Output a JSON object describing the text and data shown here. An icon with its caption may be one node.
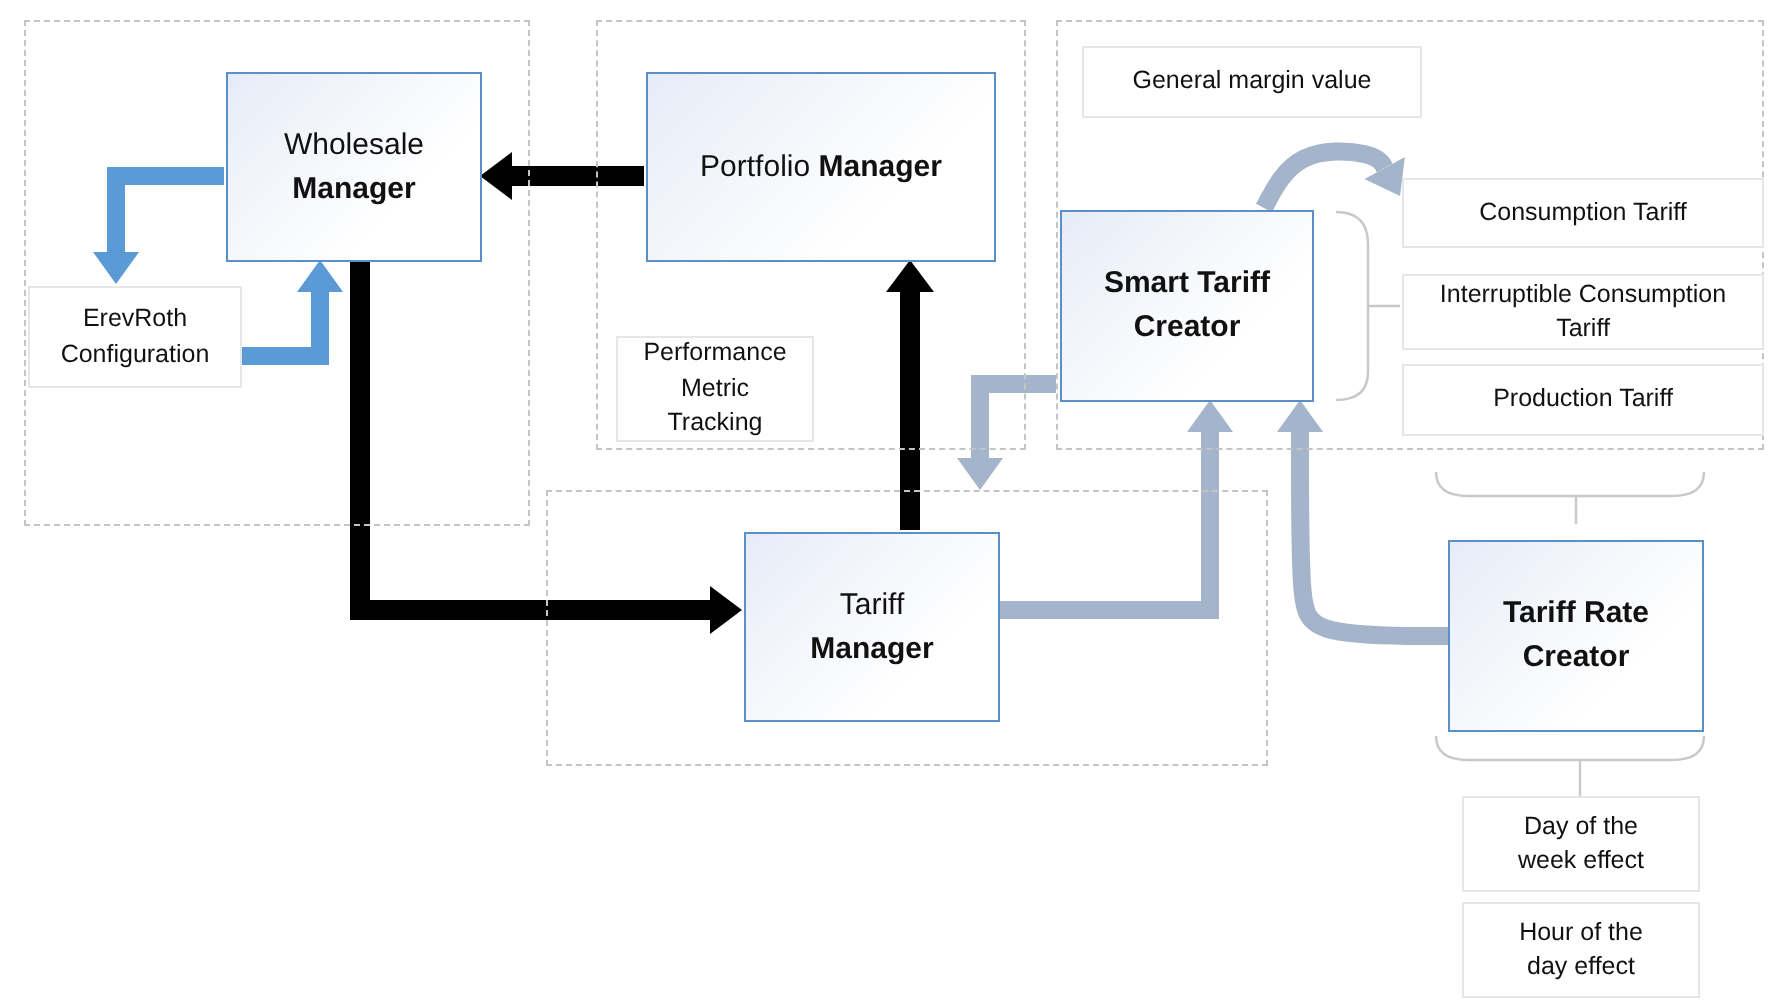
{
  "diagram": {
    "nodes": [
      {
        "text": [],
        "shape": "box"
      },
      {
        "text": [
          "Wholesale **Manager**"
        ],
        "in": 0
      },
      {
        "text": [
          "ErevRoth Configuration"
        ],
        "in": 0
      },
      {
        "text": [],
        "shape": "box"
      },
      {
        "text": [
          "Portfolio **Manager**"
        ],
        "in": 3
      },
      {
        "text": [
          "Performance Metric Tracking"
        ],
        "in": 3
      },
      {
        "text": [],
        "shape": "box"
      },
      {
        "text": [
          "General margin value"
        ],
        "in": 6
      },
      {
        "text": [
          "Smart Tariff Creator"
        ],
        "in": 6
      },
      {
        "text": [
          "Consumption Tariff"
        ],
        "in": 6
      },
      {
        "text": [
          "Interruptible Consumption Tariff"
        ],
        "in": 6
      },
      {
        "text": [
          "Production Tariff"
        ],
        "in": 6
      },
      {
        "text": [],
        "shape": "box"
      },
      {
        "text": [
          "Tariff **Manager**"
        ],
        "in": 12
      },
      {
        "text": [
          "Tariff Rate Creator"
        ]
      },
      {
        "text": [
          "Day of the week effect"
        ]
      },
      {
        "text": [
          "Hour of the day effect"
        ]
      }
    ],
    "edges": [
      {
        "from": 1,
        "to": 2,
        "arrow": "to",
        "color": "#5b9bd5"
      },
      {
        "from": 2,
        "to": 1,
        "arrow": "to",
        "color": "#5b9bd5"
      },
      {
        "from": 4,
        "to": 1,
        "arrow": "to",
        "color": "#000000"
      },
      {
        "from": 1,
        "to": 13,
        "arrow": "to",
        "color": "#000000"
      },
      {
        "from": 13,
        "to": 4,
        "arrow": "to",
        "color": "#000000"
      },
      {
        "from": 6,
        "to": 12,
        "arrow": "to"
      },
      {
        "from": 13,
        "to": 8,
        "arrow": "to"
      },
      {
        "from": 14,
        "to": 8,
        "arrow": "to"
      },
      {
        "from": 8,
        "to": 9,
        "arrow": "to"
      }
    ]
  }
}
